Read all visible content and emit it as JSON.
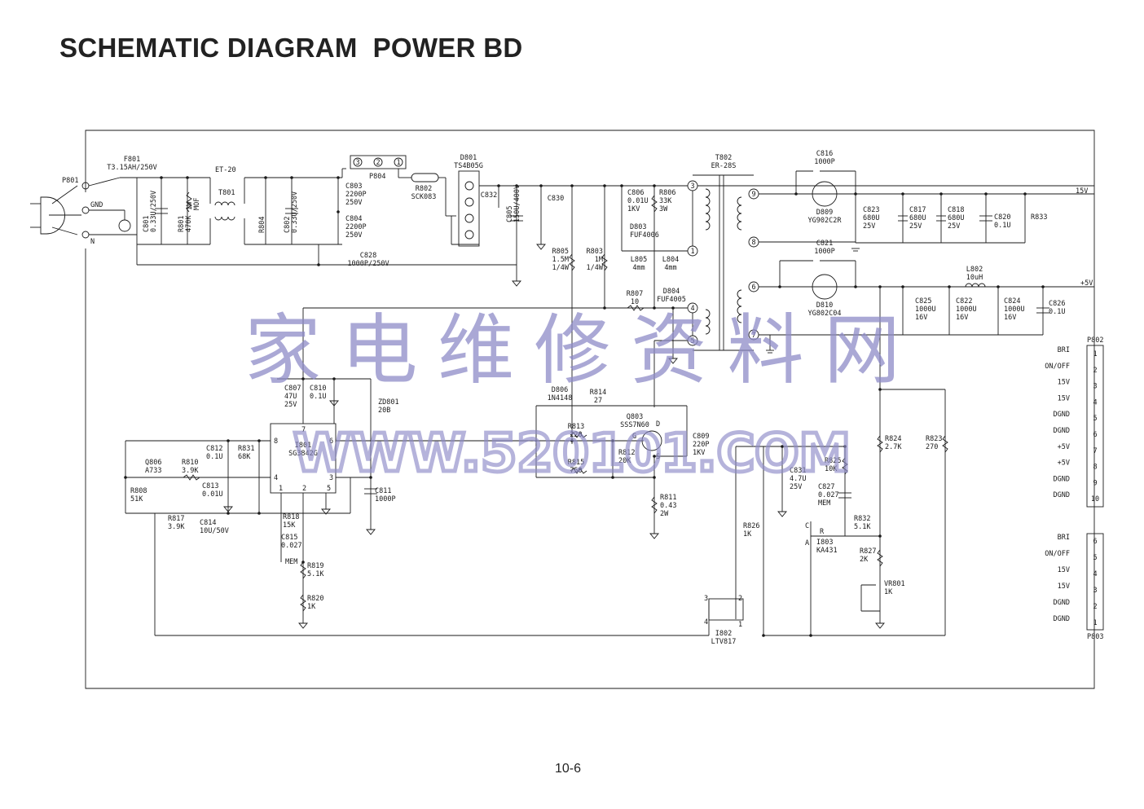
{
  "title": "SCHEMATIC DIAGRAM  POWER BD",
  "page_number": "10-6",
  "watermark": {
    "chinese": "家电维修资料网",
    "url": "WWW.520101.COM",
    "color": "#8e8cc8"
  },
  "line_color": "#1a1a1a",
  "components": [
    {
      "id": "P801",
      "lines": [
        "P801"
      ]
    },
    {
      "id": "GND",
      "lines": [
        "GND"
      ]
    },
    {
      "id": "N",
      "lines": [
        "N"
      ]
    },
    {
      "id": "F801",
      "lines": [
        "F801",
        "T3.15AH/250V"
      ]
    },
    {
      "id": "ET-20",
      "lines": [
        "ET-20"
      ]
    },
    {
      "id": "T801",
      "lines": [
        "T801"
      ]
    },
    {
      "id": "C801",
      "lines": [
        "C801",
        "0.33U/250V"
      ]
    },
    {
      "id": "R801",
      "lines": [
        "R801",
        "470K"
      ]
    },
    {
      "id": "R801B",
      "lines": [
        "1W",
        "MOF"
      ]
    },
    {
      "id": "R804",
      "lines": [
        "R804"
      ]
    },
    {
      "id": "C802",
      "lines": [
        "C802",
        "0.33U/250V"
      ]
    },
    {
      "id": "C803",
      "lines": [
        "C803",
        "2200P",
        "250V"
      ]
    },
    {
      "id": "C804",
      "lines": [
        "C804",
        "2200P",
        "250V"
      ]
    },
    {
      "id": "P804",
      "lines": [
        "P804"
      ]
    },
    {
      "id": "R802",
      "lines": [
        "R802",
        "SCK083"
      ]
    },
    {
      "id": "D801",
      "lines": [
        "D801",
        "TS4B05G"
      ]
    },
    {
      "id": "C832",
      "lines": [
        "C832"
      ]
    },
    {
      "id": "C805",
      "lines": [
        "C805",
        "150U/400V"
      ]
    },
    {
      "id": "C830",
      "lines": [
        "C830"
      ]
    },
    {
      "id": "C828",
      "lines": [
        "C828",
        "1000P/250V"
      ]
    },
    {
      "id": "C806",
      "lines": [
        "C806",
        "0.01U",
        "1KV"
      ]
    },
    {
      "id": "R806",
      "lines": [
        "R806",
        "33K",
        "3W"
      ]
    },
    {
      "id": "D803",
      "lines": [
        "D803",
        "FUF4006"
      ]
    },
    {
      "id": "L805",
      "lines": [
        "L805",
        "4mm"
      ]
    },
    {
      "id": "L804",
      "lines": [
        "L804",
        "4mm"
      ]
    },
    {
      "id": "R805",
      "lines": [
        "R805",
        "1.5M",
        "1/4W"
      ]
    },
    {
      "id": "R803",
      "lines": [
        "R803",
        "1M",
        "1/4W"
      ]
    },
    {
      "id": "R807",
      "lines": [
        "R807",
        "10"
      ]
    },
    {
      "id": "D804",
      "lines": [
        "D804",
        "FUF4005"
      ]
    },
    {
      "id": "T802",
      "lines": [
        "T802",
        "ER-28S"
      ]
    },
    {
      "id": "C816",
      "lines": [
        "C816",
        "1000P"
      ]
    },
    {
      "id": "D809",
      "lines": [
        "D809",
        "YG902C2R"
      ]
    },
    {
      "id": "C823",
      "lines": [
        "C823",
        "680U",
        "25V"
      ]
    },
    {
      "id": "C817",
      "lines": [
        "C817",
        "680U",
        "25V"
      ]
    },
    {
      "id": "C818",
      "lines": [
        "C818",
        "680U",
        "25V"
      ]
    },
    {
      "id": "C820",
      "lines": [
        "C820",
        "0.1U"
      ]
    },
    {
      "id": "R833",
      "lines": [
        "R833"
      ]
    },
    {
      "id": "C821",
      "lines": [
        "C821",
        "1000P"
      ]
    },
    {
      "id": "L802",
      "lines": [
        "L802",
        "10uH"
      ]
    },
    {
      "id": "D810",
      "lines": [
        "D810",
        "YG802C04"
      ]
    },
    {
      "id": "C825",
      "lines": [
        "C825",
        "1000U",
        "16V"
      ]
    },
    {
      "id": "C822",
      "lines": [
        "C822",
        "1000U",
        "16V"
      ]
    },
    {
      "id": "C824",
      "lines": [
        "C824",
        "1000U",
        "16V"
      ]
    },
    {
      "id": "C826",
      "lines": [
        "C826",
        "0.1U"
      ]
    },
    {
      "id": "C807",
      "lines": [
        "C807",
        "47U",
        "25V"
      ]
    },
    {
      "id": "C810",
      "lines": [
        "C810",
        "0.1U"
      ]
    },
    {
      "id": "ZD801",
      "lines": [
        "ZD801",
        "20B"
      ]
    },
    {
      "id": "I801",
      "lines": [
        "I801",
        "SG3842G"
      ]
    },
    {
      "id": "C812",
      "lines": [
        "C812",
        "0.1U"
      ]
    },
    {
      "id": "R831",
      "lines": [
        "R831",
        "68K"
      ]
    },
    {
      "id": "Q806",
      "lines": [
        "Q806",
        "A733"
      ]
    },
    {
      "id": "R810",
      "lines": [
        "R810",
        "3.9K"
      ]
    },
    {
      "id": "C813",
      "lines": [
        "C813",
        "0.01U"
      ]
    },
    {
      "id": "R808",
      "lines": [
        "R808",
        "51K"
      ]
    },
    {
      "id": "R817",
      "lines": [
        "R817",
        "3.9K"
      ]
    },
    {
      "id": "C814",
      "lines": [
        "C814",
        "10U/50V"
      ]
    },
    {
      "id": "R818",
      "lines": [
        "R818",
        "15K"
      ]
    },
    {
      "id": "C815",
      "lines": [
        "C815",
        "0.027"
      ]
    },
    {
      "id": "MEM1",
      "lines": [
        "MEM"
      ]
    },
    {
      "id": "R819",
      "lines": [
        "R819",
        "5.1K"
      ]
    },
    {
      "id": "R820",
      "lines": [
        "R820",
        "1K"
      ]
    },
    {
      "id": "C811",
      "lines": [
        "C811",
        "1000P"
      ]
    },
    {
      "id": "D806",
      "lines": [
        "D806",
        "1N4148"
      ]
    },
    {
      "id": "R814",
      "lines": [
        "R814",
        "27"
      ]
    },
    {
      "id": "R813",
      "lines": [
        "R813",
        "220"
      ]
    },
    {
      "id": "R815",
      "lines": [
        "R815",
        "750"
      ]
    },
    {
      "id": "R812",
      "lines": [
        "R812",
        "20K"
      ]
    },
    {
      "id": "Q803",
      "lines": [
        "Q803",
        "SSS7N60"
      ]
    },
    {
      "id": "C809",
      "lines": [
        "C809",
        "220P",
        "1KV"
      ]
    },
    {
      "id": "R811",
      "lines": [
        "R811",
        "0.43",
        "2W"
      ]
    },
    {
      "id": "C831",
      "lines": [
        "C831",
        "4.7U",
        "25V"
      ]
    },
    {
      "id": "R825",
      "lines": [
        "R825",
        "10K"
      ]
    },
    {
      "id": "C827",
      "lines": [
        "C827",
        "0.027",
        "MEM"
      ]
    },
    {
      "id": "R824",
      "lines": [
        "R824",
        "2.7K"
      ]
    },
    {
      "id": "R823",
      "lines": [
        "R823",
        "270"
      ]
    },
    {
      "id": "R832",
      "lines": [
        "R832",
        "5.1K"
      ]
    },
    {
      "id": "I803",
      "lines": [
        "I803",
        "KA431"
      ]
    },
    {
      "id": "R826",
      "lines": [
        "R826",
        "1K"
      ]
    },
    {
      "id": "R827",
      "lines": [
        "R827",
        "2K"
      ]
    },
    {
      "id": "VR801",
      "lines": [
        "VR801",
        "1K"
      ]
    },
    {
      "id": "I802",
      "lines": [
        "I802",
        "LTV817"
      ]
    },
    {
      "id": "P802",
      "lines": [
        "P802"
      ]
    },
    {
      "id": "P803",
      "lines": [
        "P803"
      ]
    },
    {
      "id": "OUT15",
      "lines": [
        "15V"
      ]
    },
    {
      "id": "OUT5",
      "lines": [
        "+5V"
      ]
    },
    {
      "id": "PIN_G",
      "lines": [
        "G"
      ]
    },
    {
      "id": "PIN_D",
      "lines": [
        "D"
      ]
    },
    {
      "id": "PIN_S",
      "lines": [
        "S"
      ]
    },
    {
      "id": "PIN_C",
      "lines": [
        "C"
      ]
    },
    {
      "id": "PIN_R",
      "lines": [
        "R"
      ]
    },
    {
      "id": "PIN_A",
      "lines": [
        "A"
      ]
    }
  ],
  "connector_p802": [
    "BRI",
    "ON/OFF",
    "15V",
    "15V",
    "DGND",
    "DGND",
    "+5V",
    "+5V",
    "DGND",
    "DGND"
  ],
  "connector_p803": [
    "BRI",
    "ON/OFF",
    "15V",
    "15V",
    "DGND",
    "DGND"
  ],
  "ic_pins": {
    "i801": [
      "8",
      "7",
      "6",
      "4",
      "3",
      "1",
      "2",
      "5"
    ],
    "p804": [
      "3",
      "2",
      "1"
    ],
    "t802": [
      "3",
      "1",
      "4",
      "5",
      "9",
      "8",
      "6",
      "7"
    ],
    "i802": [
      "3",
      "2",
      "4",
      "1"
    ]
  }
}
